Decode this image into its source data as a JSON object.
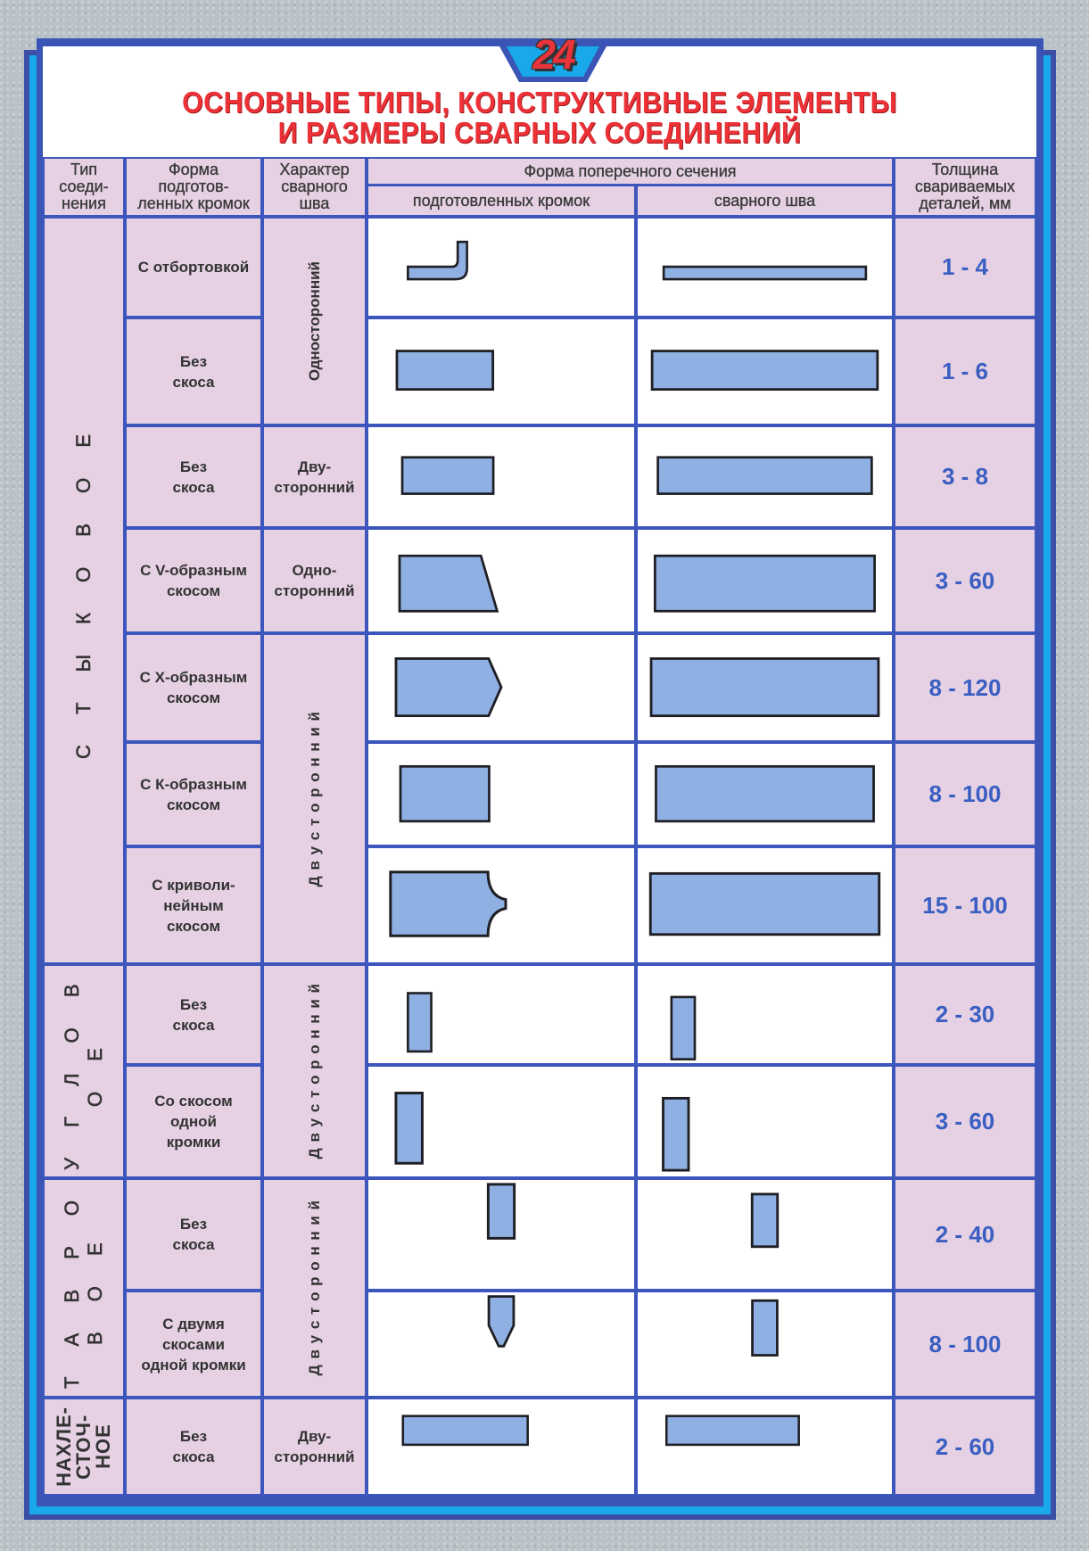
{
  "badge": "24",
  "title": {
    "line1": "ОСНОВНЫЕ ТИПЫ, КОНСТРУКТИВНЫЕ ЭЛЕМЕНТЫ",
    "line2": "И РАЗМЕРЫ СВАРНЫХ СОЕДИНЕНИЙ"
  },
  "header": {
    "joint_type": "Тип\nсоеди-\nнения",
    "edge_form": "Форма\nподготов-\nленных кромок",
    "weld_character": "Характер\nсварного\nшва",
    "cross_section": "Форма поперечного сечения",
    "prepared_edges": "подготовленных кромок",
    "weld_seam": "сварного шва",
    "thickness": "Толщина\nсвариваемых\nдеталей, мм"
  },
  "joint_types": [
    "С Т Ы К О В О Е",
    "У Г Л О В О Е",
    "Т А В Р О В О Е",
    "НАХЛЕ-\nСТОЧ-\nНОЕ"
  ],
  "characters": [
    "Односторонний",
    "Дву-\nсторонний",
    "Одно-\nсторонний",
    "Д в у с т о р о н н и й",
    "Д в у с т о р о н н и й",
    "Д в у с т о р о н н и й",
    "Дву-\nсторонний"
  ],
  "rows": [
    {
      "edge": "С отбортовкой",
      "thickness": "1 - 4"
    },
    {
      "edge": "Без\nскоса",
      "thickness": "1 - 6"
    },
    {
      "edge": "Без\nскоса",
      "thickness": "3 - 8"
    },
    {
      "edge": "С  V-образным\nскосом",
      "thickness": "3 - 60"
    },
    {
      "edge": "С  Х-образным\nскосом",
      "thickness": "8 - 120"
    },
    {
      "edge": "С  К-образным\nскосом",
      "thickness": "8 - 100"
    },
    {
      "edge": "С криволи-\nнейным\nскосом",
      "thickness": "15 - 100"
    },
    {
      "edge": "Без\nскоса",
      "thickness": "2 - 30"
    },
    {
      "edge": "Со скосом\nодной\nкромки",
      "thickness": "3 - 60"
    },
    {
      "edge": "Без\nскоса",
      "thickness": "2 - 40"
    },
    {
      "edge": "С двумя\nскосами\nодной кромки",
      "thickness": "8 - 100"
    },
    {
      "edge": "Без\nскоса",
      "thickness": "2 - 60"
    }
  ]
}
